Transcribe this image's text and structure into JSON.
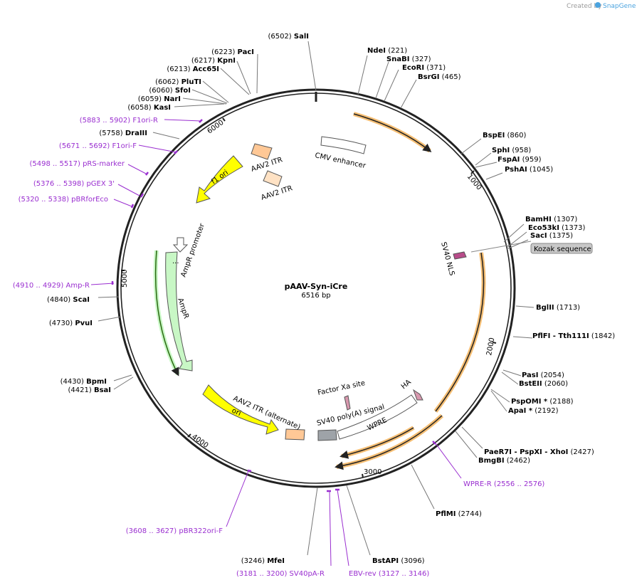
{
  "credit": {
    "prefix": "Created by",
    "brand": "SnapGene"
  },
  "plasmid": {
    "name": "pAAV-Syn-iCre",
    "size": "6516 bp"
  },
  "ticks": [
    "1000",
    "2000",
    "3000",
    "4000",
    "5000",
    "6000"
  ],
  "enzymes": [
    {
      "name": "SalI",
      "pos": "(6502)"
    },
    {
      "name": "NdeI",
      "pos": "(221)"
    },
    {
      "name": "SnaBI",
      "pos": "(327)"
    },
    {
      "name": "EcoRI",
      "pos": "(371)"
    },
    {
      "name": "BsrGI",
      "pos": "(465)"
    },
    {
      "name": "BspEI",
      "pos": "(860)"
    },
    {
      "name": "SphI",
      "pos": "(958)"
    },
    {
      "name": "FspAI",
      "pos": "(959)"
    },
    {
      "name": "PshAI",
      "pos": "(1045)"
    },
    {
      "name": "BamHI",
      "pos": "(1307)"
    },
    {
      "name": "Eco53kI",
      "pos": "(1373)"
    },
    {
      "name": "SacI",
      "pos": "(1375)"
    },
    {
      "name": "BglII",
      "pos": "(1713)"
    },
    {
      "name": "PflFI - Tth111I",
      "pos": "(1842)"
    },
    {
      "name": "PasI",
      "pos": "(2054)"
    },
    {
      "name": "BstEII",
      "pos": "(2060)"
    },
    {
      "name": "PspOMI *",
      "pos": "(2188)"
    },
    {
      "name": "ApaI *",
      "pos": "(2192)"
    },
    {
      "name": "PaeR7I - PspXI - XhoI",
      "pos": "(2427)"
    },
    {
      "name": "BmgBI",
      "pos": "(2462)"
    },
    {
      "name": "PflMI",
      "pos": "(2744)"
    },
    {
      "name": "BstAPI",
      "pos": "(3096)"
    },
    {
      "name": "MfeI",
      "pos": "(3246)"
    },
    {
      "name": "PvuI",
      "pos": "(4730)"
    },
    {
      "name": "ScaI",
      "pos": "(4840)"
    },
    {
      "name": "BpmI",
      "pos": "(4430)"
    },
    {
      "name": "BsaI",
      "pos": "(4421)"
    },
    {
      "name": "DraIII",
      "pos": "(5758)"
    },
    {
      "name": "KasI",
      "pos": "(6058)"
    },
    {
      "name": "NarI",
      "pos": "(6059)"
    },
    {
      "name": "SfoI",
      "pos": "(6060)"
    },
    {
      "name": "PluTI",
      "pos": "(6062)"
    },
    {
      "name": "Acc65I",
      "pos": "(6213)"
    },
    {
      "name": "KpnI",
      "pos": "(6217)"
    },
    {
      "name": "PacI",
      "pos": "(6223)"
    }
  ],
  "primers": [
    {
      "name": "F1ori-R",
      "pos": "(5883 .. 5902)"
    },
    {
      "name": "F1ori-F",
      "pos": "(5671 .. 5692)"
    },
    {
      "name": "pRS-marker",
      "pos": "(5498 .. 5517)"
    },
    {
      "name": "pGEX 3'",
      "pos": "(5376 .. 5398)"
    },
    {
      "name": "pBRforEco",
      "pos": "(5320 .. 5338)"
    },
    {
      "name": "Amp-R",
      "pos": "(4910 .. 4929)"
    },
    {
      "name": "pBR322ori-F",
      "pos": "(3608 .. 3627)"
    },
    {
      "name": "SV40pA-R",
      "pos": "(3181 .. 3200)"
    },
    {
      "name": "EBV-rev",
      "pos": "(3127 .. 3146)"
    },
    {
      "name": "WPRE-R",
      "pos": "(2556 .. 2576)"
    }
  ],
  "features": {
    "cmv": "CMV enhancer",
    "itr1": "AAV2 ITR",
    "itr2": "AAV2 ITR",
    "f1": "f1 ori",
    "ampprom": "AmpR promoter",
    "ampr": "AmpR",
    "ori": "ori",
    "itr3": "AAV2 ITR (alternate)",
    "sv40pa": "SV40 poly(A) signal",
    "wpre": "WPRE",
    "xa": "Factor Xa site",
    "ha": "HA",
    "sv40nls": "SV40 NLS",
    "kozak": "Kozak sequence"
  },
  "colors": {
    "backbone": "#222222",
    "orange": "#f2a844",
    "yellow": "#ffff00",
    "green": "#c8f7c5",
    "primer": "#9a2fd0",
    "itr": "#ffc896"
  }
}
